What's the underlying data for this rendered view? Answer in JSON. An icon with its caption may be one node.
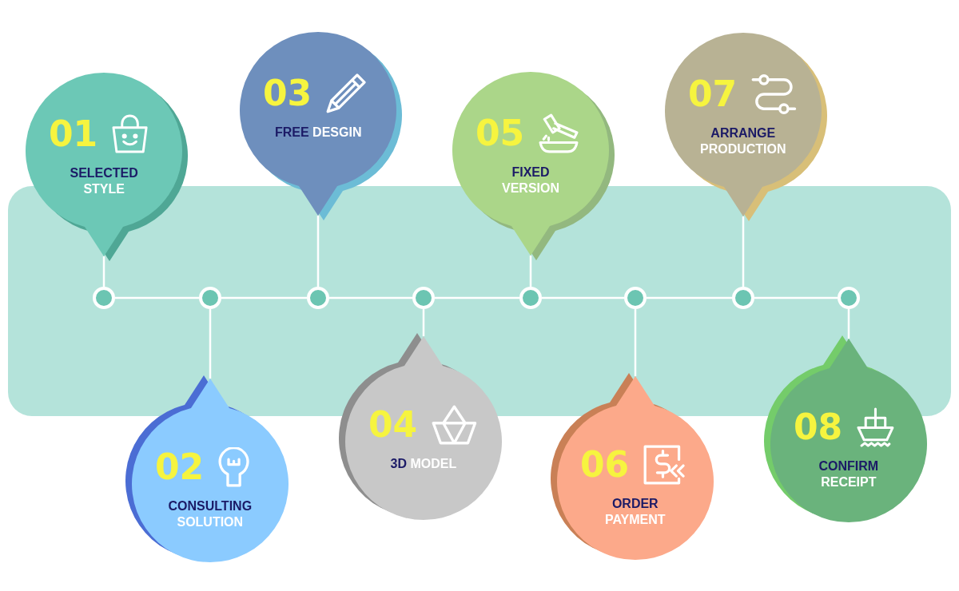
{
  "diagram": {
    "nodes": [
      {
        "text": [
          "01",
          "SELECTED STYLE"
        ]
      },
      {
        "text": [
          "02",
          "CONSULTING SOLUTION"
        ]
      },
      {
        "text": [
          "03",
          "FREE DESGIN"
        ]
      },
      {
        "text": [
          "04",
          "3D MODEL"
        ]
      },
      {
        "text": [
          "05",
          "FIXED VERSION"
        ]
      },
      {
        "text": [
          "06",
          "ORDER PAYMENT"
        ]
      },
      {
        "text": [
          "07",
          "ARRANGE PRODUCTION"
        ]
      },
      {
        "text": [
          "08",
          "CONFIRM RECEIPT"
        ]
      },
      {
        "text": [],
        "shape": "circle"
      },
      {
        "text": [],
        "shape": "circle"
      },
      {
        "text": [],
        "shape": "circle"
      },
      {
        "text": [],
        "shape": "circle"
      },
      {
        "text": [],
        "shape": "circle"
      },
      {
        "text": [],
        "shape": "circle"
      },
      {
        "text": [],
        "shape": "circle"
      },
      {
        "text": [],
        "shape": "circle"
      }
    ],
    "edges": [
      {
        "from": 0,
        "to": 8,
        "arrow": "none"
      },
      {
        "from": 1,
        "to": 9,
        "arrow": "none"
      },
      {
        "from": 2,
        "to": 10,
        "arrow": "none"
      },
      {
        "from": 3,
        "to": 11,
        "arrow": "none"
      },
      {
        "from": 4,
        "to": 12,
        "arrow": "none"
      },
      {
        "from": 5,
        "to": 13,
        "arrow": "none"
      },
      {
        "from": 6,
        "to": 14,
        "arrow": "none"
      },
      {
        "from": 7,
        "to": 15,
        "arrow": "none"
      },
      {
        "from": 8,
        "to": 9,
        "arrow": "none"
      },
      {
        "from": 9,
        "to": 10,
        "arrow": "none"
      },
      {
        "from": 10,
        "to": 11,
        "arrow": "none"
      },
      {
        "from": 11,
        "to": 12,
        "arrow": "none"
      },
      {
        "from": 12,
        "to": 13,
        "arrow": "none"
      },
      {
        "from": 13,
        "to": 14,
        "arrow": "none"
      },
      {
        "from": 14,
        "to": 15,
        "arrow": "none"
      }
    ]
  }
}
